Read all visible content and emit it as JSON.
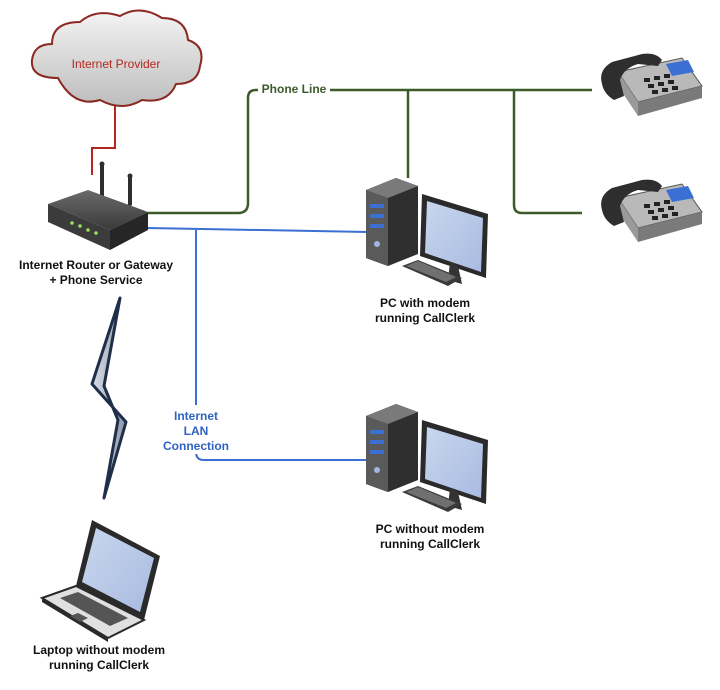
{
  "cloud": {
    "label": "Internet Provider"
  },
  "router": {
    "line1": "Internet Router or Gateway",
    "line2": "+ Phone Service"
  },
  "phone_line": {
    "label": "Phone Line"
  },
  "lan": {
    "line1": "Internet",
    "line2": "LAN",
    "line3": "Connection"
  },
  "pc_modem": {
    "line1": "PC with modem",
    "line2": "running CallClerk"
  },
  "pc_no_modem": {
    "line1": "PC without modem",
    "line2": "running CallClerk"
  },
  "laptop": {
    "line1": "Laptop without modem",
    "line2": "running CallClerk"
  },
  "colors": {
    "phone_line": "#3d5a2a",
    "lan": "#3b6fd4",
    "provider_link": "#b5261e",
    "wireless": "#1f2f4a"
  }
}
